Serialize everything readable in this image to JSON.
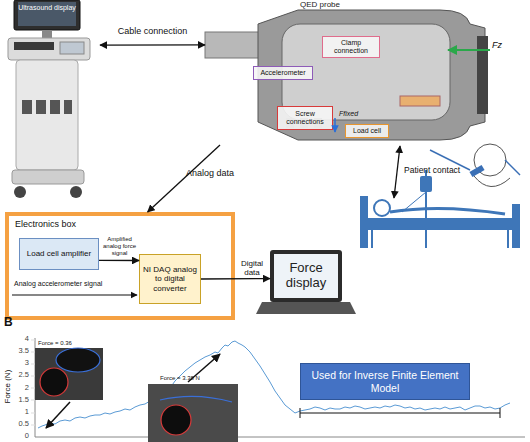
{
  "diagram": {
    "nodes": [
      {
        "text": [
          "Ultrasound display"
        ]
      },
      {
        "text": [
          "QED probe"
        ]
      },
      {
        "text": [
          "Clamp connection"
        ],
        "in": 1
      },
      {
        "text": [
          "Accelerometer"
        ],
        "in": 1
      },
      {
        "text": [
          "Screw connections"
        ],
        "in": 1
      },
      {
        "text": [
          "Load cell"
        ],
        "in": 1
      },
      {
        "text": [
          "Electronics box"
        ]
      },
      {
        "text": [
          "Load cell amplifier"
        ],
        "in": 6
      },
      {
        "text": [
          "NI DAQ analog to digital converter"
        ],
        "in": 6
      },
      {
        "text": [
          "Force display"
        ]
      },
      {
        "text": [
          "Used for Inverse Finite Element Model"
        ]
      }
    ],
    "edges": [
      {
        "from": 0,
        "to": 1,
        "label": "Cable connection",
        "arrow": "both"
      },
      {
        "from": 1,
        "to": 6,
        "label": "Analog data",
        "arrow": "to"
      },
      {
        "from": 7,
        "to": 8,
        "label": "Amplified analog force signal",
        "arrow": "to"
      },
      {
        "from": 8,
        "to": 9,
        "label": "Digital data",
        "arrow": "to"
      }
    ],
    "labels": [
      "Analog accelerometer signal",
      "Patient contact",
      "Fz",
      "Ffixed",
      "B",
      "Force (N)",
      "4",
      "3.5",
      "3",
      "2.5",
      "2",
      "1.5",
      "1",
      "0.5",
      "0",
      "Force = 0.36",
      "Force = 3.38 N"
    ]
  }
}
